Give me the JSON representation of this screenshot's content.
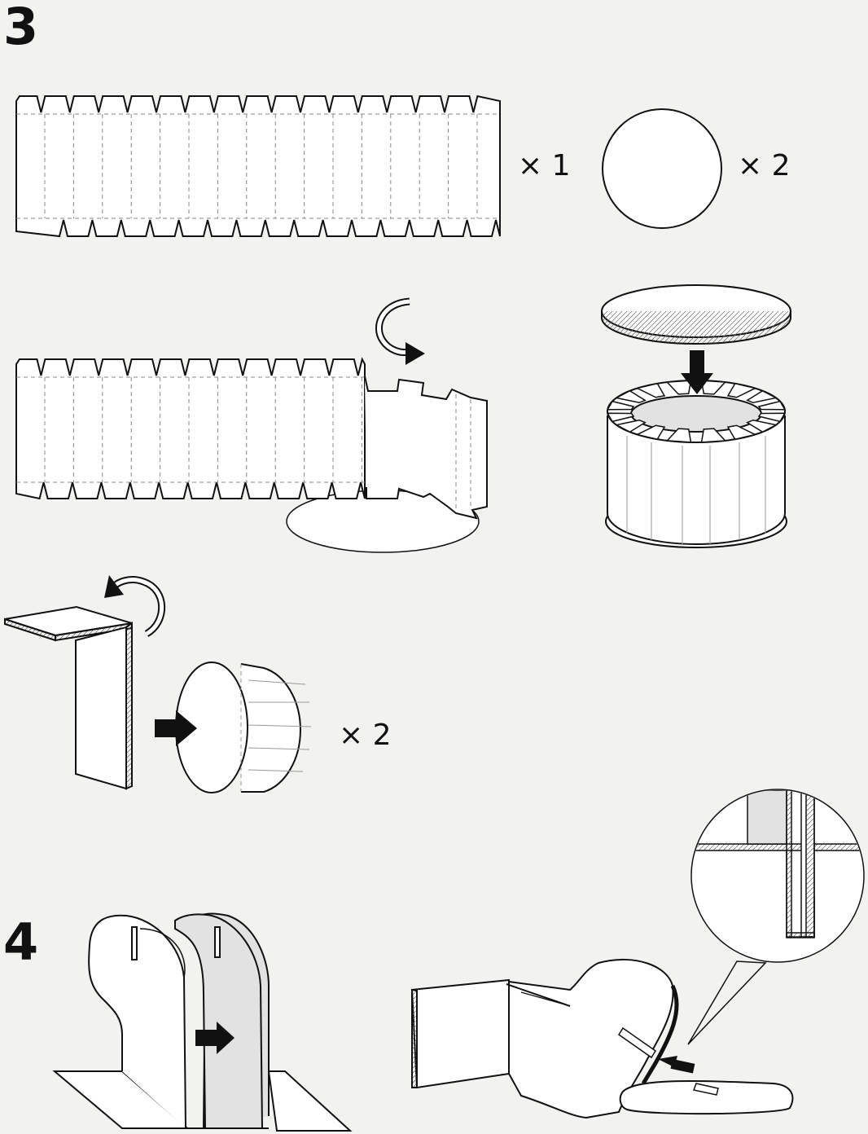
{
  "steps": [
    {
      "number": "3"
    },
    {
      "number": "4"
    }
  ],
  "quantities": {
    "strip": "× 1",
    "discs": "× 2",
    "assembly": "× 2"
  },
  "colors": {
    "background": "#f2f2f0",
    "line": "#111111",
    "shade": "#e2e2e2"
  },
  "icons": [
    "arrow-down-icon",
    "arrow-right-icon",
    "curved-arrow-icon",
    "magnifier-callout-icon"
  ]
}
